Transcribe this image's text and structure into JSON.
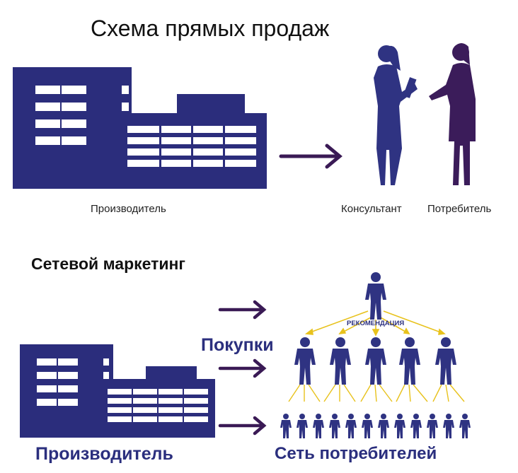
{
  "direct_sales": {
    "title": "Схема прямых продаж",
    "producer_label": "Производитель",
    "consultant_label": "Консультант",
    "consumer_label": "Потребитель"
  },
  "network_marketing": {
    "title": "Сетевой маркетинг",
    "purchases_label": "Покупки",
    "recommendation_label": "РЕКОМЕНДАЦИЯ",
    "producer_label": "Производитель",
    "consumer_network_label": "Сеть потребителей"
  },
  "colors": {
    "building": "#2b2d7c",
    "person": "#2f3382",
    "consumer_woman": "#3b1c5a",
    "arrow": "#3a1a55",
    "connector": "#e8c21c",
    "window": "#ffffff"
  }
}
